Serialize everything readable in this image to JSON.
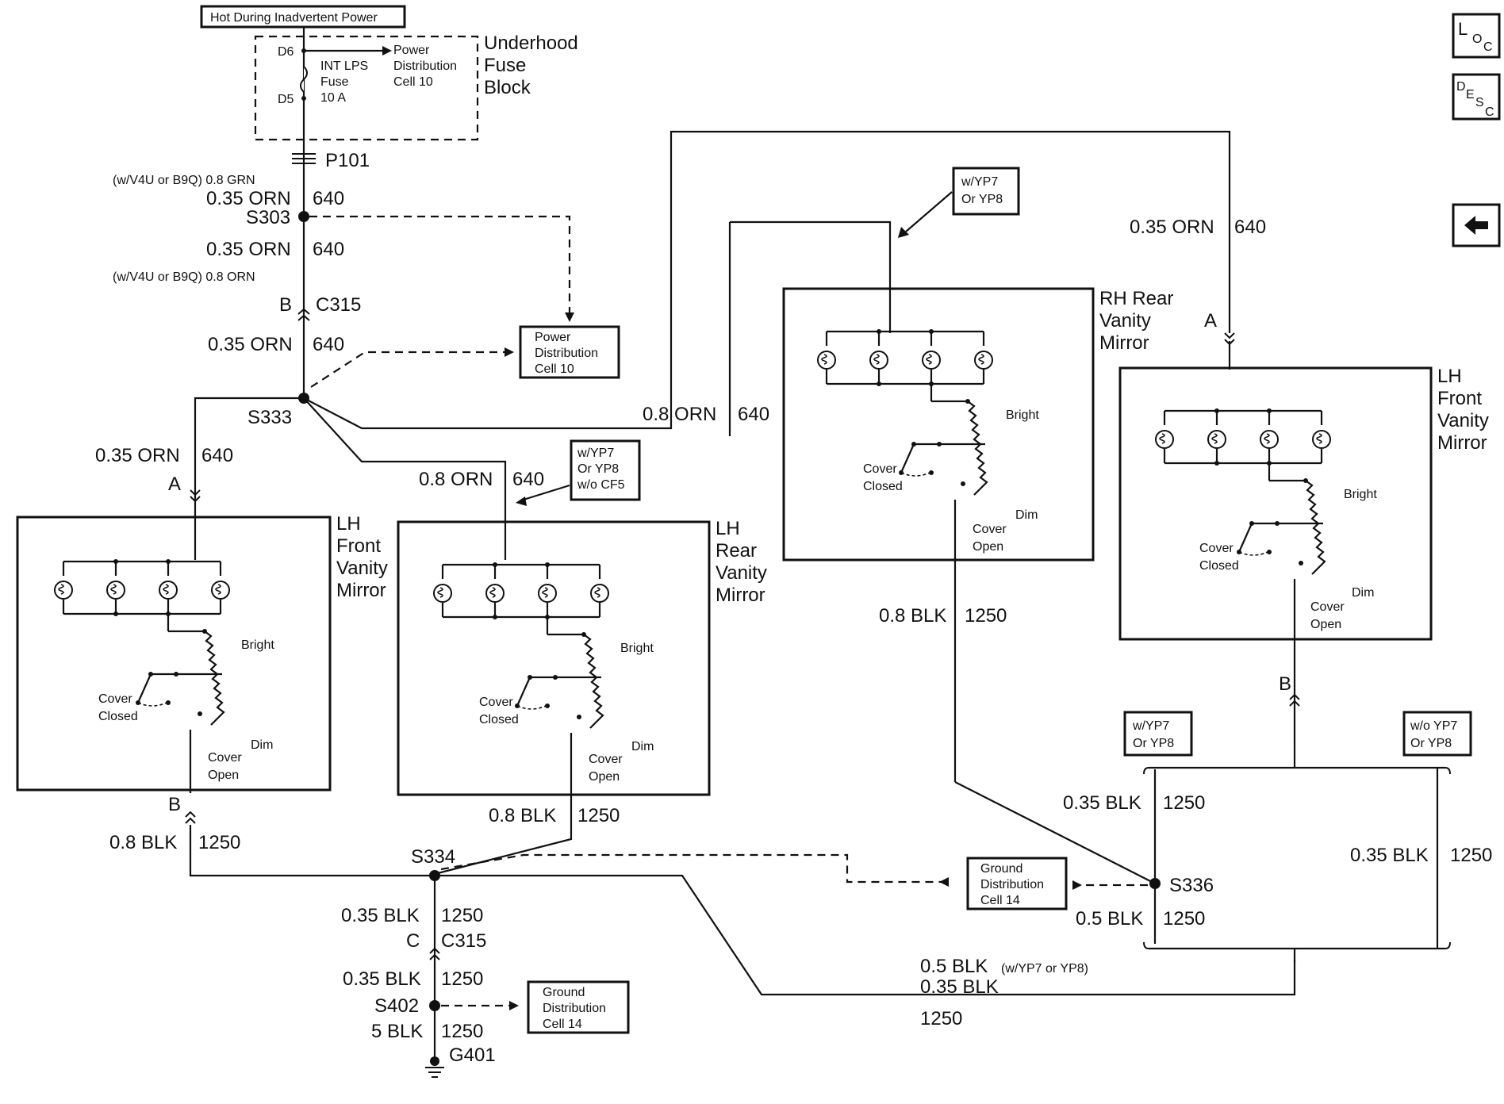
{
  "nav": {
    "loc_label": "LOC",
    "desc_label": "DESC",
    "back_icon": "left-arrow-icon"
  },
  "top": {
    "hot_label": "Hot During Inadvertent Power",
    "fuse_block": [
      "Underhood",
      "Fuse",
      "Block"
    ],
    "d6": "D6",
    "d5": "D5",
    "fuse": [
      "INT LPS",
      "Fuse",
      "10 A"
    ],
    "power_dist_cell": [
      "Power",
      "Distribution",
      "Cell 10"
    ],
    "p101": "P101"
  },
  "wires": {
    "opt_grn": "(w/V4U or B9Q) 0.8 GRN",
    "orn_035": "0.35 ORN",
    "c640": "640",
    "s303": "S303",
    "opt_orn": "(w/V4U or B9Q) 0.8 ORN",
    "b": "B",
    "c315": "C315",
    "s333": "S333",
    "a": "A",
    "orn_08": "0.8 ORN",
    "blk_08": "0.8 BLK",
    "c1250": "1250",
    "s334": "S334",
    "blk_035": "0.35 BLK",
    "c": "C",
    "s402": "S402",
    "blk_5": "5 BLK",
    "g401": "G401",
    "s336": "S336",
    "blk_05": "0.5 BLK",
    "blk_05_opt": "0.5 BLK",
    "blk_05_opt_small": "(w/YP7 or YP8)"
  },
  "power_dist_box": [
    "Power",
    "Distribution",
    "Cell 10"
  ],
  "ground_dist_box": [
    "Ground",
    "Distribution",
    "Cell 14"
  ],
  "notes": {
    "yp7_yp8": [
      "w/YP7",
      "Or YP8"
    ],
    "yp7_yp8_cf5": [
      "w/YP7",
      "Or YP8",
      "w/o CF5"
    ],
    "wo_yp7": [
      "w/o YP7",
      "Or YP8"
    ]
  },
  "mirror_labels": {
    "lh_front": [
      "LH",
      "Front",
      "Vanity",
      "Mirror"
    ],
    "lh_rear": [
      "LH",
      "Rear",
      "Vanity",
      "Mirror"
    ],
    "rh_rear": [
      "RH Rear",
      "Vanity",
      "Mirror"
    ],
    "lh_front_right": [
      "LH",
      "Front",
      "Vanity",
      "Mirror"
    ]
  },
  "switch": {
    "bright": "Bright",
    "dim": "Dim",
    "cover_closed": [
      "Cover",
      "Closed"
    ],
    "cover_open": [
      "Cover",
      "Open"
    ]
  }
}
